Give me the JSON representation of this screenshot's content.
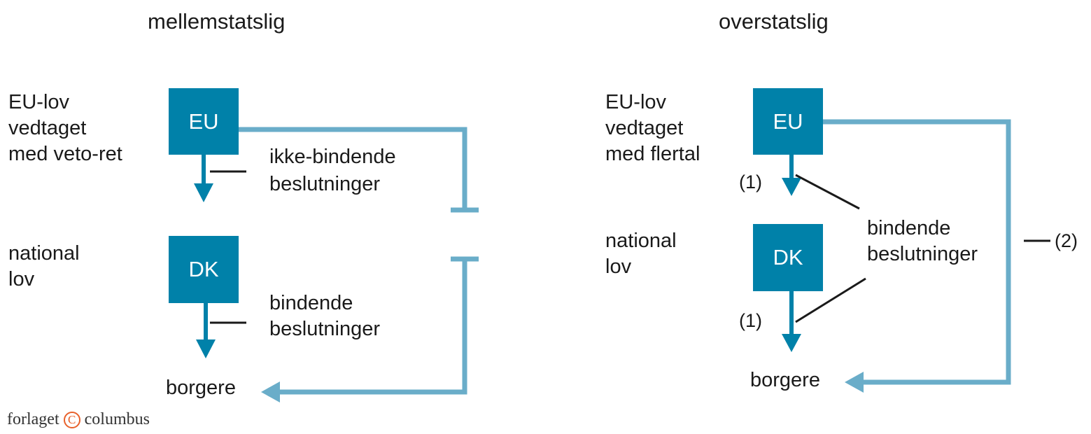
{
  "left": {
    "heading": "mellemstatslig",
    "eu_law_lines": [
      "EU-lov",
      "vedtaget",
      "med veto-ret"
    ],
    "national_law_lines": [
      "national",
      "lov"
    ],
    "eu_box": "EU",
    "dk_box": "DK",
    "eu_note_lines": [
      "ikke-bindende",
      "beslutninger"
    ],
    "dk_note_lines": [
      "bindende",
      "beslutninger"
    ],
    "citizens": "borgere"
  },
  "right": {
    "heading": "overstatslig",
    "eu_law_lines": [
      "EU-lov",
      "vedtaget",
      "med flertal"
    ],
    "national_law_lines": [
      "national",
      "lov"
    ],
    "eu_box": "EU",
    "dk_box": "DK",
    "note_lines": [
      "bindende",
      "beslutninger"
    ],
    "marker_1": "(1)",
    "marker_2": "(2)",
    "citizens": "borgere"
  },
  "logo": {
    "left_word": "forlaget",
    "mark": "C",
    "right_word": "columbus"
  },
  "colors": {
    "box": "#0081a9",
    "dark_arrow": "#0081a9",
    "light_connector": "#6aadc9",
    "line": "#1a1a1a",
    "logo_accent": "#e8612b"
  }
}
